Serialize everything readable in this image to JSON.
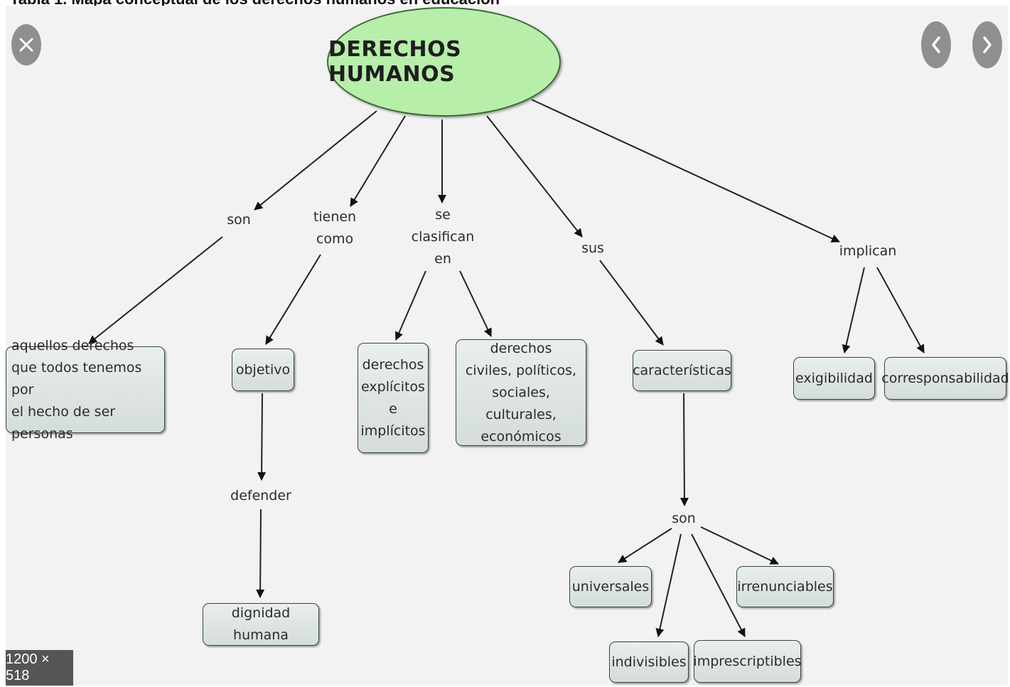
{
  "page": {
    "caption": "Tabla 1. Mapa conceptual de los derechos humanos en educación",
    "size_badge": "1200 × 518"
  },
  "controls": {
    "close_icon": "close-icon",
    "prev_icon": "chevron-left-icon",
    "next_icon": "chevron-right-icon"
  },
  "colors": {
    "root_fill": "#b7eeaa",
    "node_fill": "#dde3e3",
    "viewer_background": "#f2f2f2"
  },
  "map": {
    "root": "DERECHOS HUMANOS",
    "links": {
      "son": "son",
      "tienen_como": "tienen\ncomo",
      "se_clasifican_en": "se\nclasifican\nen",
      "sus": "sus",
      "implican": "implican",
      "defender": "defender",
      "son_caracteristicas": "son"
    },
    "concepts": {
      "aquellos_derechos": "aquellos derechos\nque todos tenemos por\nel hecho de ser personas",
      "objetivo": "objetivo",
      "dignidad_humana": "dignidad humana",
      "explicitos_implicitos": "derechos\nexplícitos\ne\nimplícitos",
      "civiles": "derechos\nciviles, políticos,\nsociales, culturales,\neconómicos",
      "caracteristicas": "características",
      "exigibilidad": "exigibilidad",
      "corresponsabilidad": "corresponsabilidad",
      "universales": "universales",
      "irrenunciables": "irrenunciables",
      "indivisibles": "indivisibles",
      "imprescriptibles": "imprescriptibles"
    }
  }
}
